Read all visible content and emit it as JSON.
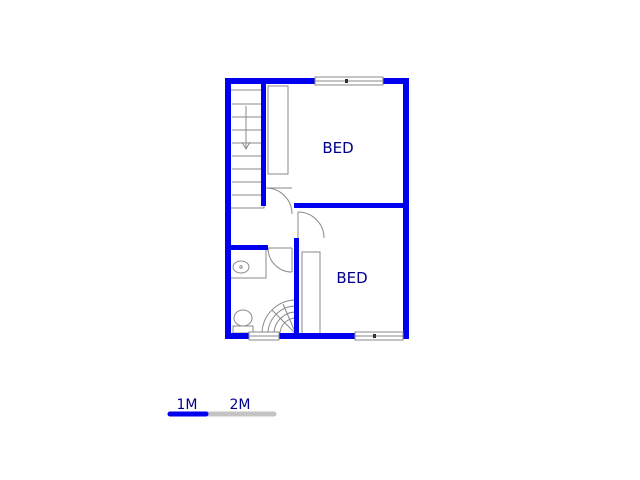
{
  "rooms": {
    "bedroom_1": "BED",
    "bedroom_2": "BED"
  },
  "scale_bar": {
    "label_1": "1M",
    "label_2": "2M"
  },
  "colors": {
    "wall": "#0000ee",
    "thin_line": "#8a8a8a",
    "scale_light": "#c4c4c4",
    "background": "#ffffff"
  }
}
